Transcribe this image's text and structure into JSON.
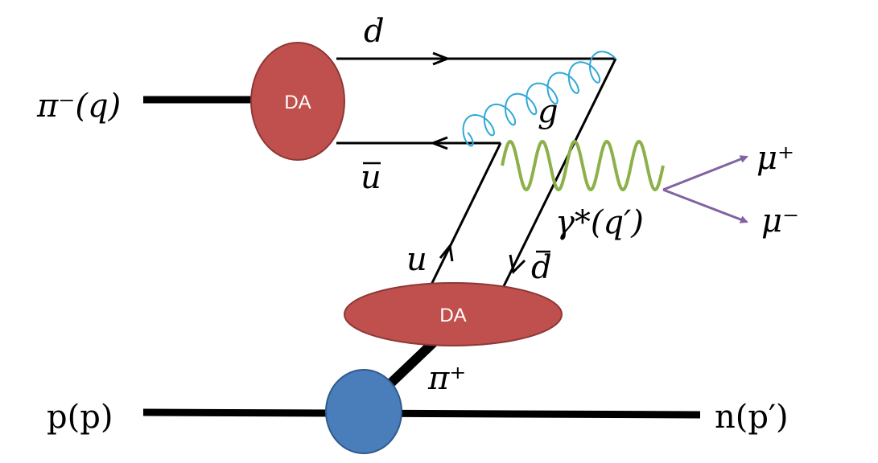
{
  "labels": {
    "pi_minus": "π⁻(q)",
    "quark_d": "d",
    "antiquark_ubar": "u",
    "gluon": "g",
    "photon": "γ*(q′)",
    "mu_plus": "μ⁺",
    "mu_minus": "μ⁻",
    "quark_u": "u",
    "antiquark_dbar": "d",
    "pi_plus": "π⁺",
    "proton": "p(p)",
    "neutron": "n(p′)"
  },
  "blobs": {
    "upper_da": "DA",
    "lower_da": "DA"
  },
  "colors": {
    "da_fill": "#c0504d",
    "da_stroke": "#8c3836",
    "vertex_fill": "#4a7ebb",
    "vertex_stroke": "#2f5a8c",
    "gluon": "#2fa8d8",
    "photon": "#8db04a",
    "muon_arrows": "#8064a2",
    "lines": "#000000"
  }
}
